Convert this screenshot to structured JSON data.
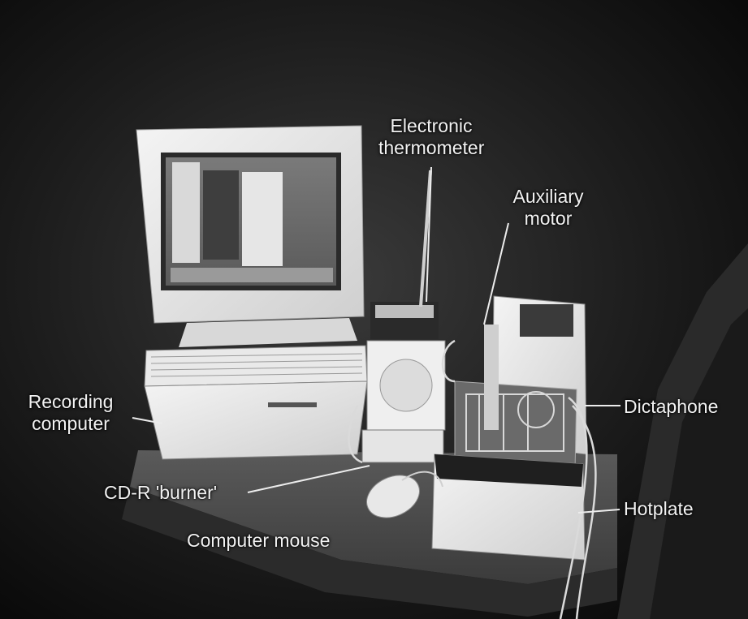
{
  "figure": {
    "labels": {
      "electronic_thermometer": [
        "Electronic",
        "thermometer"
      ],
      "auxiliary_motor": [
        "Auxiliary",
        "motor"
      ],
      "recording_computer": [
        "Recording",
        "computer"
      ],
      "dictaphone": "Dictaphone",
      "cd_r_burner": "CD-R 'burner'",
      "hotplate": "Hotplate",
      "computer_mouse": "Computer mouse"
    }
  }
}
